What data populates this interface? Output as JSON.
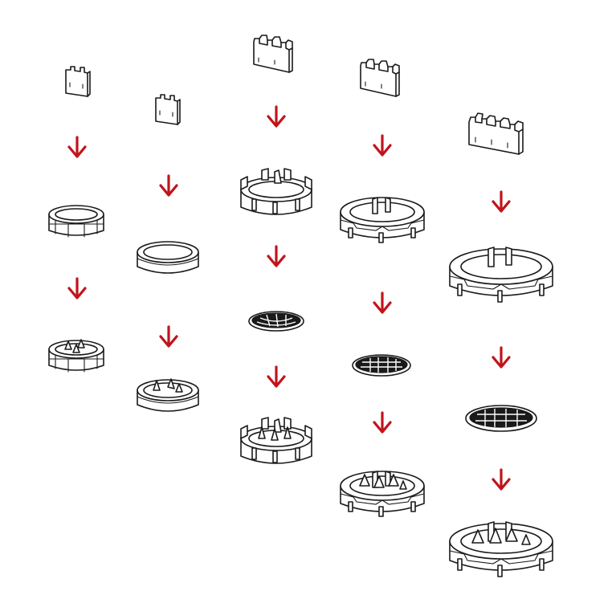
{
  "diagram": {
    "description_hidden": "",
    "arrow_color": "#c0141c",
    "line_color": "#1a1a1a",
    "columns": [
      {
        "id": "col-1",
        "stages": [
          "blade-1",
          "ring-small",
          "grinder-small"
        ]
      },
      {
        "id": "col-2",
        "stages": [
          "blade-1",
          "ring-plain",
          "grinder-plain"
        ]
      },
      {
        "id": "col-3",
        "stages": [
          "blade-2",
          "ring-crown",
          "screen",
          "grinder-crown"
        ]
      },
      {
        "id": "col-4",
        "stages": [
          "blade-2",
          "ring-large",
          "screen",
          "grinder-large"
        ]
      },
      {
        "id": "col-5",
        "stages": [
          "blade-3",
          "ring-xlarge",
          "screen",
          "grinder-xlarge"
        ]
      }
    ]
  }
}
